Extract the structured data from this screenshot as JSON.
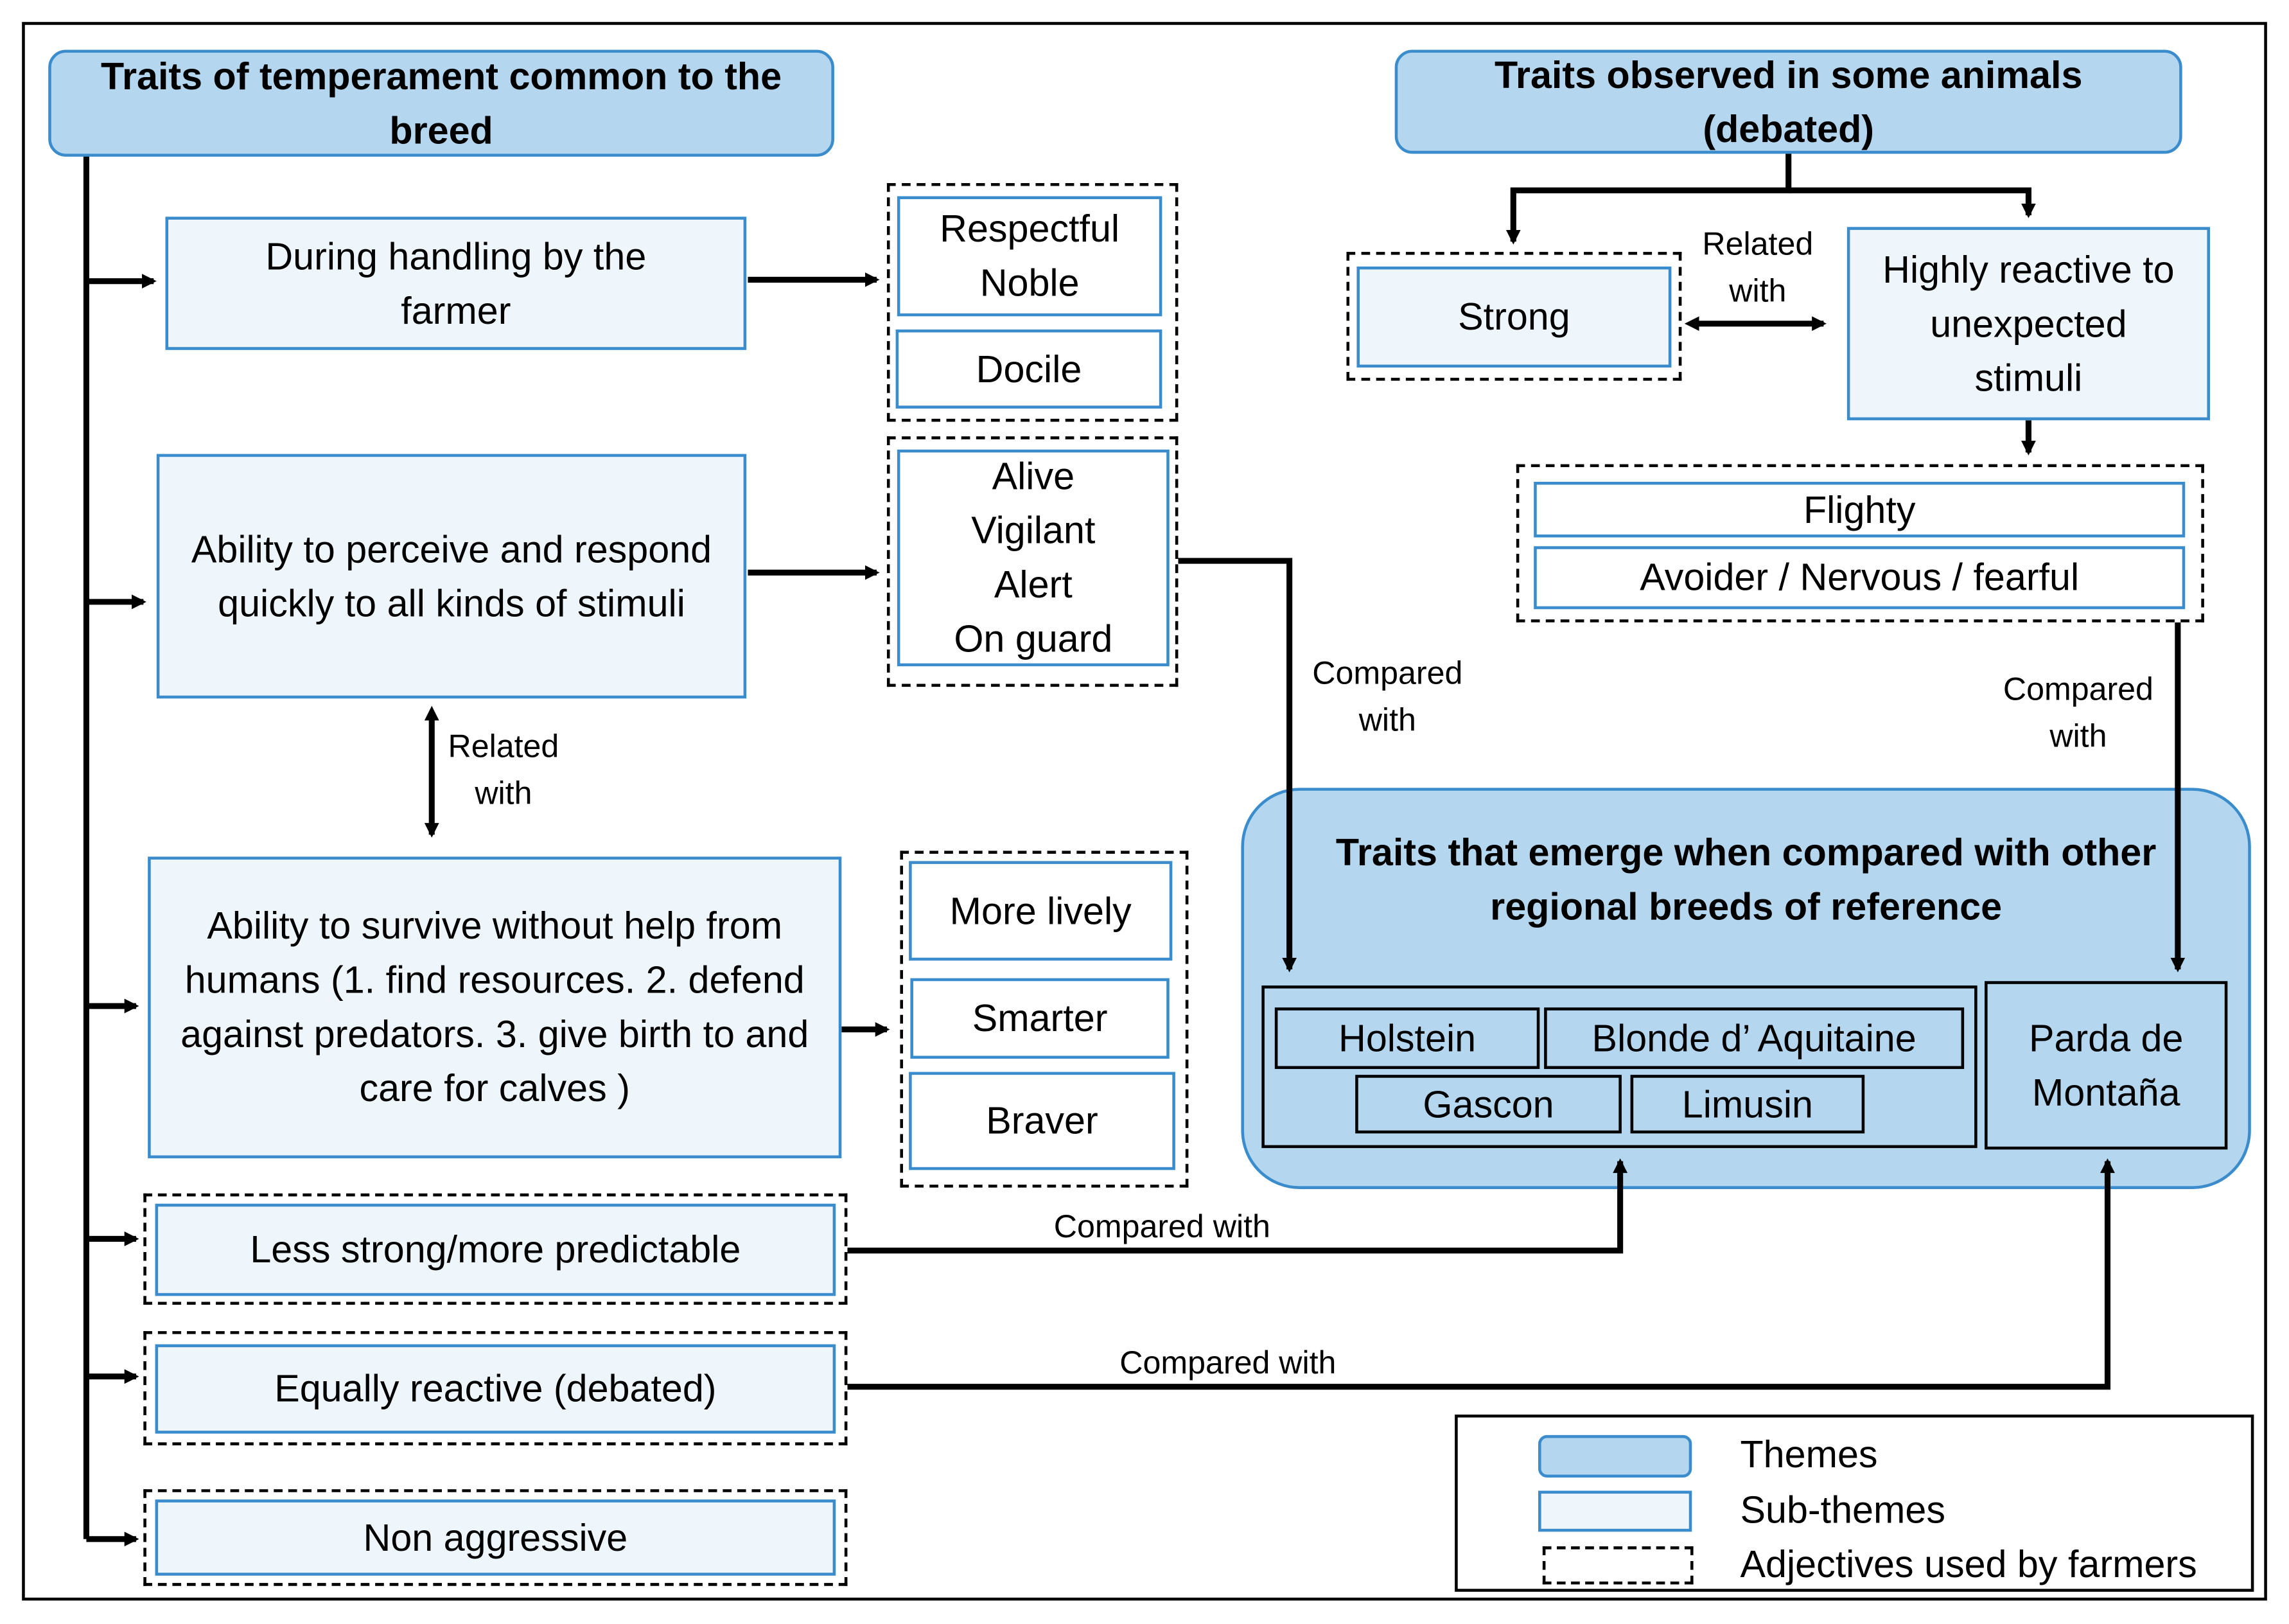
{
  "themes": {
    "common": "Traits of temperament common to the breed",
    "debated": "Traits observed in some animals (debated)",
    "compared": "Traits that emerge when compared with other regional breeds of reference"
  },
  "sub_themes": {
    "handling": "During handling by the farmer",
    "perceive": "Ability to perceive and respond quickly to all kinds of stimuli",
    "survive": "Ability to survive without help from humans (1. find resources. 2. defend against predators. 3. give birth to and care for calves )",
    "less_strong": "Less strong/more predictable",
    "equally": "Equally reactive (debated)",
    "non_aggressive": "Non aggressive",
    "strong": "Strong",
    "highly_reactive": "Highly reactive to unexpected stimuli"
  },
  "adjectives": {
    "handling": [
      "Respectful\nNoble",
      "Docile"
    ],
    "perceive": "Alive\nVigilant\nAlert\nOn guard",
    "survive": [
      "More lively",
      "Smarter",
      "Braver"
    ],
    "flighty": [
      "Flighty",
      "Avoider / Nervous / fearful"
    ]
  },
  "breeds": {
    "group_a": [
      "Holstein",
      "Blonde d’ Aquitaine",
      "Gascon",
      "Limusin"
    ],
    "group_b": "Parda de\nMontaña"
  },
  "relation_labels": {
    "related_with_a": "Related\nwith",
    "related_with_b": "Related\nwith",
    "compared_with_a": "Compared\nwith",
    "compared_with_b": "Compared\nwith",
    "compared_with_c": "Compared with",
    "compared_with_d": "Compared with"
  },
  "legend": {
    "themes": "Themes",
    "sub_themes": "Sub-themes",
    "adjectives": "Adjectives used by farmers"
  },
  "colors": {
    "theme_fill": "#b4d6ee",
    "sub_fill": "#eef5fb",
    "border_blue": "#3a8ccc"
  }
}
